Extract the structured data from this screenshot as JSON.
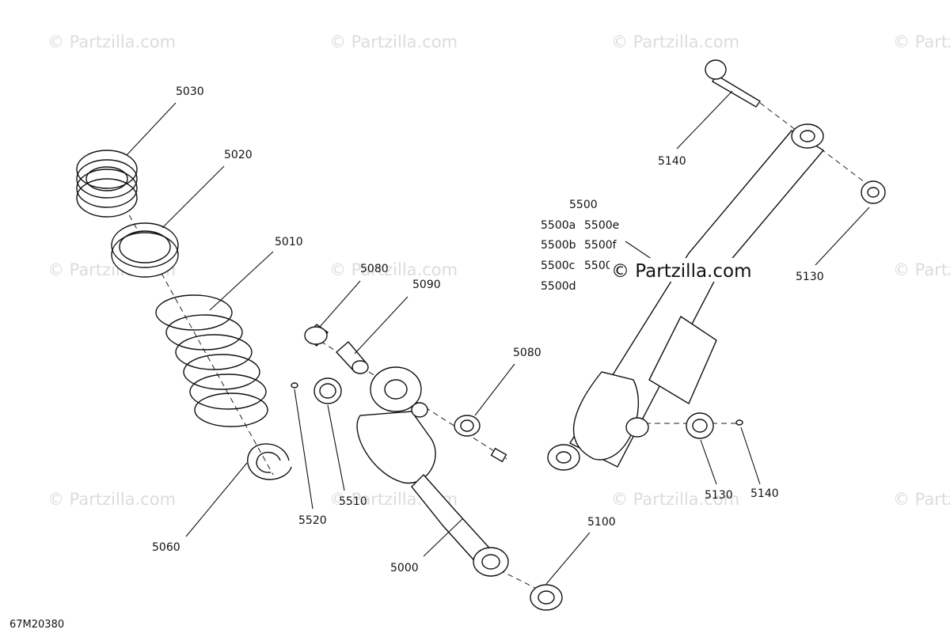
{
  "watermark": "© Partzilla.com",
  "brand": "© Partzilla.com",
  "figure_ref": "67M20380",
  "callouts": {
    "c5030": "5030",
    "c5020": "5020",
    "c5010": "5010",
    "c5060": "5060",
    "c5080a": "5080",
    "c5090": "5090",
    "c5080b": "5080",
    "c5520": "5520",
    "c5510": "5510",
    "c5000": "5000",
    "c5100": "5100",
    "c5140a": "5140",
    "c5500": "5500",
    "c5500a": "5500a",
    "c5500b": "5500b",
    "c5500c": "5500c",
    "c5500d": "5500d",
    "c5500e": "5500e",
    "c5500f": "5500f",
    "c5500g": "5500",
    "c5130a": "5130",
    "c5130b": "5130",
    "c5140b": "5140"
  }
}
